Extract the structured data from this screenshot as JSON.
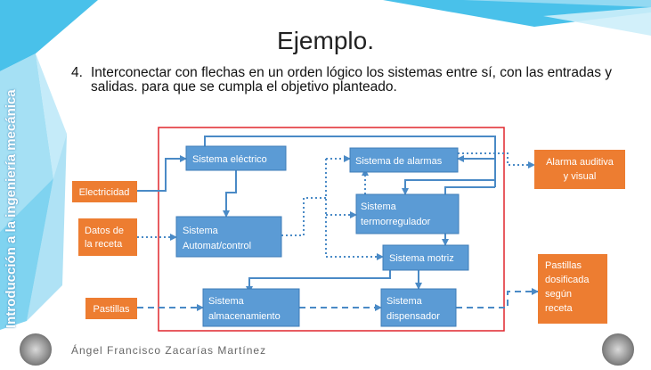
{
  "slide": {
    "title": "Ejemplo.",
    "instruction_number": "4.",
    "instruction_text": "Interconectar con flechas en un orden lógico los sistemas entre sí, con las entradas y salidas. para que se cumpla el objetivo planteado.",
    "side_label": "Introducción a la ingeniería mecánica",
    "author": "Ángel Francisco Zacarías Martínez"
  },
  "colors": {
    "blue_box": "#5b9bd5",
    "orange_box": "#ed7d31",
    "frame_red": "#e0262d",
    "line_blue": "#4a8ac6",
    "accent_cyan": "#29b6e6"
  },
  "inputs": [
    {
      "id": "electricidad",
      "lines": [
        "Electricidad"
      ]
    },
    {
      "id": "datos",
      "lines": [
        "Datos de",
        "la receta"
      ]
    },
    {
      "id": "pastillas",
      "lines": [
        "Pastillas"
      ]
    }
  ],
  "outputs": [
    {
      "id": "alarma",
      "lines": [
        "Alarma auditiva",
        "y visual"
      ]
    },
    {
      "id": "dosificadas",
      "lines": [
        "Pastillas",
        "dosificada",
        "según",
        "receta"
      ]
    }
  ],
  "systems": [
    {
      "id": "electrico",
      "lines": [
        "Sistema eléctrico"
      ]
    },
    {
      "id": "alarmas",
      "lines": [
        "Sistema de alarmas"
      ]
    },
    {
      "id": "termo",
      "lines": [
        "Sistema",
        "termorregulador"
      ]
    },
    {
      "id": "automat",
      "lines": [
        "Sistema",
        "Automat/control"
      ]
    },
    {
      "id": "motriz",
      "lines": [
        "Sistema motriz"
      ]
    },
    {
      "id": "almacen",
      "lines": [
        "Sistema",
        "almacenamiento"
      ]
    },
    {
      "id": "dispensador",
      "lines": [
        "Sistema",
        "dispensador"
      ]
    }
  ]
}
